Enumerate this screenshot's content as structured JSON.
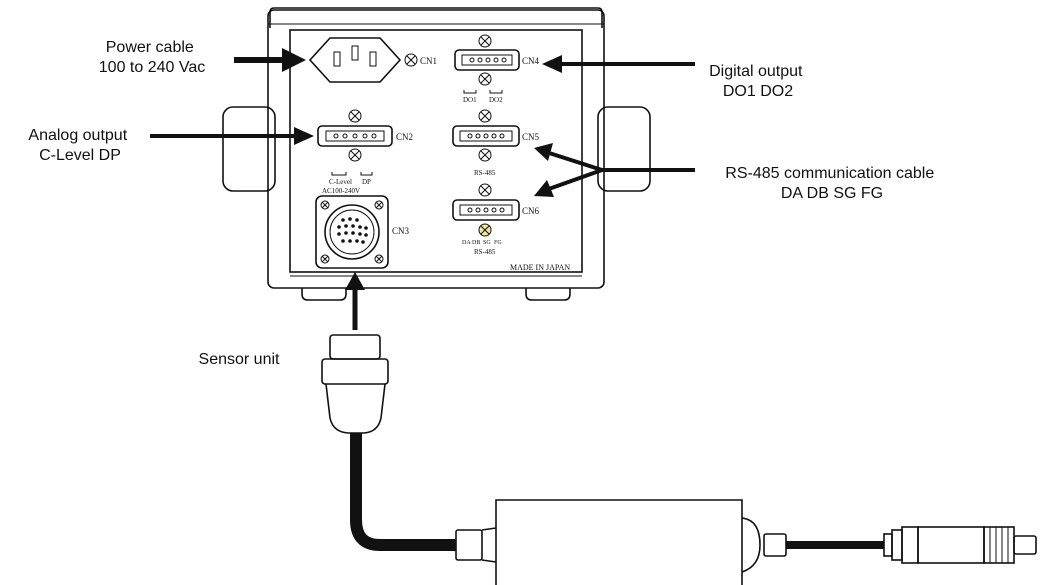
{
  "callouts": {
    "power": [
      "Power cable",
      "100 to 240 Vac"
    ],
    "analog": [
      "Analog output",
      "C-Level  DP"
    ],
    "digital": [
      "Digital output",
      "DO1  DO2"
    ],
    "rs485": [
      "RS-485 communication cable",
      "DA  DB  SG  FG"
    ],
    "sensor": "Sensor unit"
  },
  "panel": {
    "cn1": "CN1",
    "cn2": "CN2",
    "cn3": "CN3",
    "cn4": "CN4",
    "cn5": "CN5",
    "cn6": "CN6",
    "do1": "DO1",
    "do2": "DO2",
    "c_level": "C-Level",
    "dp": "DP",
    "ac_rating": "AC100-240V",
    "rs485_cn5": "RS-485",
    "rs485_cn6": "RS-485",
    "pins": [
      "DA",
      "DB",
      "SG",
      "FG"
    ],
    "made_in": "MADE IN JAPAN"
  }
}
